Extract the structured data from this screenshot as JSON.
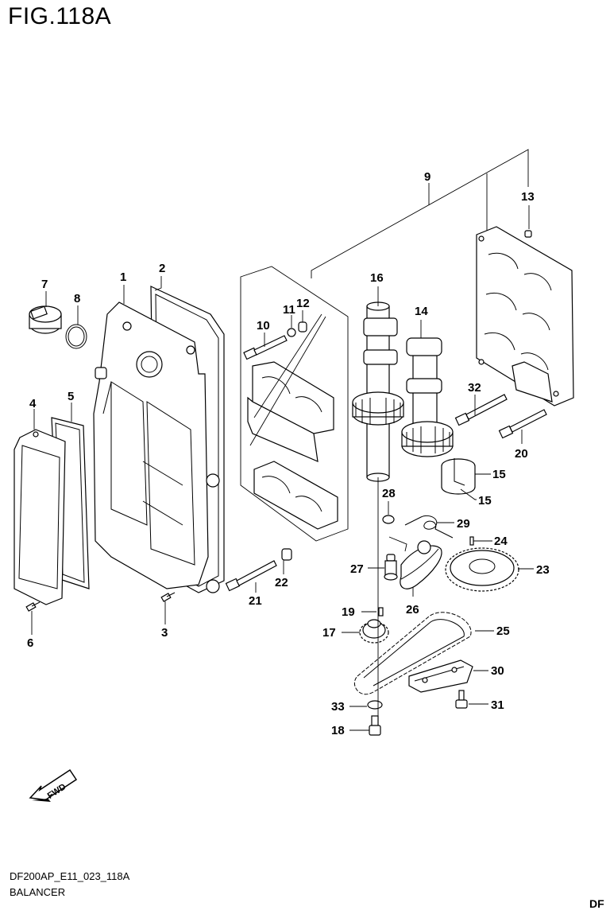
{
  "figure": {
    "title": "FIG.118A",
    "code": "DF200AP_E11_023_118A",
    "name": "BALANCER",
    "corner_tag": "DF",
    "fwd_label": "FWD"
  },
  "callouts": [
    {
      "id": "c1",
      "text": "1"
    },
    {
      "id": "c2",
      "text": "2"
    },
    {
      "id": "c3",
      "text": "3"
    },
    {
      "id": "c4",
      "text": "4"
    },
    {
      "id": "c5",
      "text": "5"
    },
    {
      "id": "c6",
      "text": "6"
    },
    {
      "id": "c7",
      "text": "7"
    },
    {
      "id": "c8",
      "text": "8"
    },
    {
      "id": "c9",
      "text": "9"
    },
    {
      "id": "c10",
      "text": "10"
    },
    {
      "id": "c11",
      "text": "11"
    },
    {
      "id": "c12",
      "text": "12"
    },
    {
      "id": "c13",
      "text": "13"
    },
    {
      "id": "c14",
      "text": "14"
    },
    {
      "id": "c15a",
      "text": "15"
    },
    {
      "id": "c15b",
      "text": "15"
    },
    {
      "id": "c16",
      "text": "16"
    },
    {
      "id": "c17",
      "text": "17"
    },
    {
      "id": "c18",
      "text": "18"
    },
    {
      "id": "c19",
      "text": "19"
    },
    {
      "id": "c20",
      "text": "20"
    },
    {
      "id": "c21",
      "text": "21"
    },
    {
      "id": "c22",
      "text": "22"
    },
    {
      "id": "c23",
      "text": "23"
    },
    {
      "id": "c24",
      "text": "24"
    },
    {
      "id": "c25",
      "text": "25"
    },
    {
      "id": "c26",
      "text": "26"
    },
    {
      "id": "c27",
      "text": "27"
    },
    {
      "id": "c28",
      "text": "28"
    },
    {
      "id": "c29",
      "text": "29"
    },
    {
      "id": "c30",
      "text": "30"
    },
    {
      "id": "c31",
      "text": "31"
    },
    {
      "id": "c32",
      "text": "32"
    },
    {
      "id": "c33",
      "text": "33"
    }
  ]
}
